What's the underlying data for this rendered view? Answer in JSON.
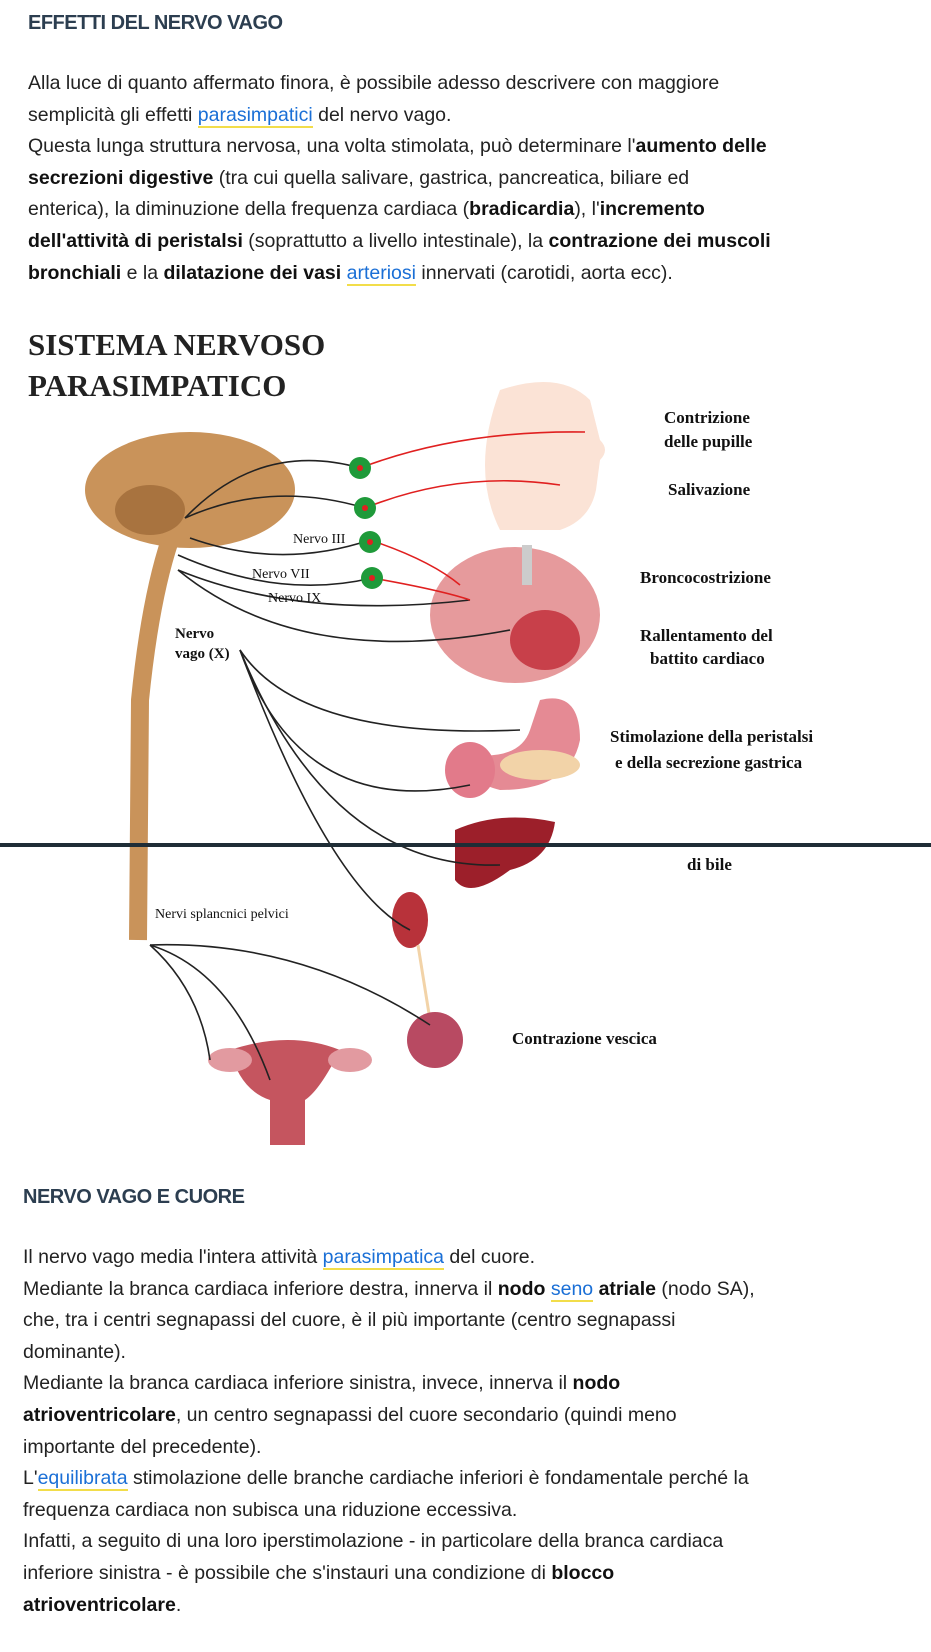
{
  "section1": {
    "title": "EFFETTI DEL NERVO VAGO",
    "lines": [
      [
        {
          "t": "Alla luce di quanto affermato finora, è possibile adesso descrivere con maggiore",
          "k": "n"
        }
      ],
      [
        {
          "t": "semplicità gli effetti ",
          "k": "n"
        },
        {
          "t": "parasimpatici",
          "k": "l"
        },
        {
          "t": " del nervo vago.",
          "k": "n"
        }
      ],
      [
        {
          "t": "Questa lunga struttura nervosa, una volta stimolata, può determinare l'",
          "k": "n"
        },
        {
          "t": "aumento delle",
          "k": "b"
        }
      ],
      [
        {
          "t": "secrezioni digestive",
          "k": "b"
        },
        {
          "t": " (tra cui quella salivare, gastrica, pancreatica, biliare ed",
          "k": "n"
        }
      ],
      [
        {
          "t": "enterica), la diminuzione della frequenza cardiaca (",
          "k": "n"
        },
        {
          "t": "bradicardia",
          "k": "b"
        },
        {
          "t": "), l'",
          "k": "n"
        },
        {
          "t": "incremento",
          "k": "b"
        }
      ],
      [
        {
          "t": "dell'attività di peristalsi",
          "k": "b"
        },
        {
          "t": " (soprattutto a livello intestinale), la ",
          "k": "n"
        },
        {
          "t": "contrazione dei muscoli",
          "k": "b"
        }
      ],
      [
        {
          "t": "bronchiali",
          "k": "b"
        },
        {
          "t": " e la ",
          "k": "n"
        },
        {
          "t": "dilatazione dei vasi",
          "k": "b"
        },
        {
          "t": " ",
          "k": "n"
        },
        {
          "t": "arteriosi",
          "k": "l"
        },
        {
          "t": " innervati (carotidi, aorta ecc).",
          "k": "n"
        }
      ]
    ]
  },
  "diagram": {
    "title_line1": "SISTEMA NERVOSO",
    "title_line2": "PARASIMPATICO",
    "labels": {
      "pupille1": "Contrizione",
      "pupille2": "delle pupille",
      "salivazione": "Salivazione",
      "bronco": "Broncocostrizione",
      "battito1": "Rallentamento del",
      "battito2": "battito cardiaco",
      "peristalsi1": "Stimolazione della peristalsi",
      "peristalsi2": "e della secrezione gastrica",
      "bile": "di bile",
      "vescica": "Contrazione vescica",
      "nervo3": "Nervo III",
      "nervo7": "Nervo VII",
      "nervo9": "Nervo IX",
      "vago1": "Nervo",
      "vago2": "vago (X)",
      "splancnici": "Nervi splancnici pelvici"
    },
    "colors": {
      "nerve": "#222222",
      "parasym": "#e02020",
      "ganglion": "#1f9a3a",
      "brain": "#c9935a",
      "organ": "#b8323a"
    }
  },
  "section2": {
    "title": "NERVO VAGO E CUORE",
    "lines": [
      [
        {
          "t": "Il nervo vago media l'intera attività ",
          "k": "n"
        },
        {
          "t": "parasimpatica",
          "k": "l"
        },
        {
          "t": " del cuore.",
          "k": "n"
        }
      ],
      [
        {
          "t": "Mediante la branca cardiaca inferiore destra, innerva il ",
          "k": "n"
        },
        {
          "t": "nodo",
          "k": "b"
        },
        {
          "t": " ",
          "k": "n"
        },
        {
          "t": "seno",
          "k": "l"
        },
        {
          "t": " ",
          "k": "n"
        },
        {
          "t": "atriale",
          "k": "b"
        },
        {
          "t": " (nodo SA),",
          "k": "n"
        }
      ],
      [
        {
          "t": "che, tra i centri segnapassi del cuore, è il più importante (centro segnapassi",
          "k": "n"
        }
      ],
      [
        {
          "t": "dominante).",
          "k": "n"
        }
      ],
      [
        {
          "t": "Mediante la branca cardiaca inferiore sinistra, invece, innerva il ",
          "k": "n"
        },
        {
          "t": "nodo",
          "k": "b"
        }
      ],
      [
        {
          "t": "atrioventricolare",
          "k": "b"
        },
        {
          "t": ", un centro segnapassi del cuore secondario (quindi meno",
          "k": "n"
        }
      ],
      [
        {
          "t": "importante del precedente).",
          "k": "n"
        }
      ],
      [
        {
          "t": "L'",
          "k": "n"
        },
        {
          "t": "equilibrata",
          "k": "l"
        },
        {
          "t": " stimolazione delle branche cardiache inferiori è fondamentale perché la",
          "k": "n"
        }
      ],
      [
        {
          "t": "frequenza cardiaca non subisca una riduzione eccessiva.",
          "k": "n"
        }
      ],
      [
        {
          "t": "Infatti, a seguito di una loro iperstimolazione - in particolare della branca cardiaca",
          "k": "n"
        }
      ],
      [
        {
          "t": "inferiore sinistra - è possibile che s'instauri una condizione di ",
          "k": "n"
        },
        {
          "t": "blocco",
          "k": "b"
        }
      ],
      [
        {
          "t": "atrioventricolare",
          "k": "b"
        },
        {
          "t": ".",
          "k": "n"
        }
      ]
    ]
  }
}
